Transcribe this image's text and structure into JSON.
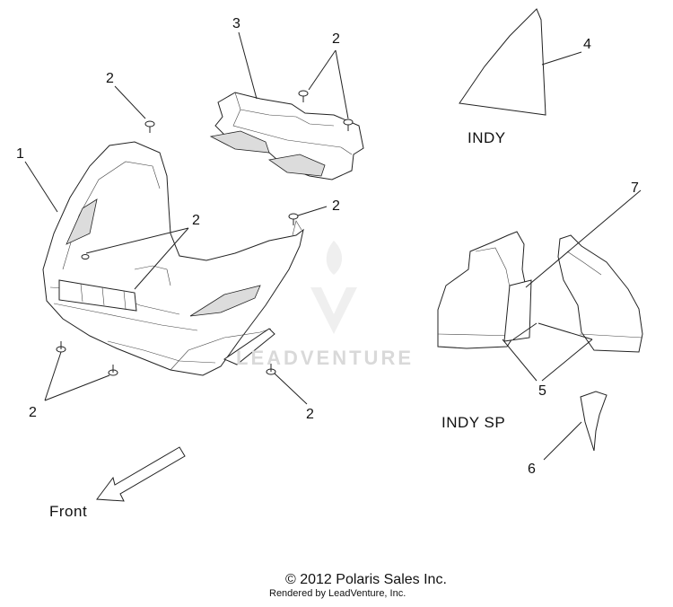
{
  "callouts": {
    "c1": "1",
    "c2_top_left": "2",
    "c3": "3",
    "c2_top_right": "2",
    "c4": "4",
    "c2_center": "2",
    "c2_mid_right": "2",
    "c7": "7",
    "c2_bottom_left": "2",
    "c2_bottom_right": "2",
    "c5": "5",
    "c6": "6"
  },
  "variants": {
    "indy": "INDY",
    "indy_sp": "INDY SP"
  },
  "direction_label": "Front",
  "watermark": {
    "text": "LEADVENTURE",
    "color": "#d9d9d9"
  },
  "footer": {
    "copyright": "© 2012 Polaris Sales Inc.",
    "rendered_by": "Rendered by LeadVenture, Inc."
  }
}
